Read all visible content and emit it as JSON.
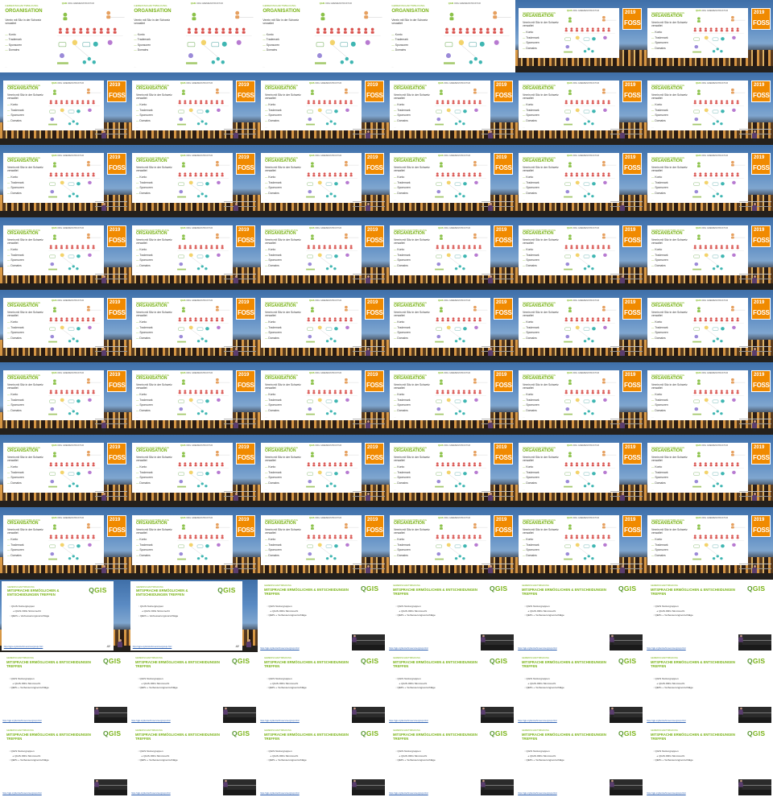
{
  "slide_org": {
    "kicker": "GEMEINSCHAFTSBILDUNG",
    "title": "ORGANISATION",
    "lead": "Verein mit Sitz in der Schweiz verwaltet",
    "bullets": [
      "Konto",
      "Trademark",
      "Sponsoren",
      "Domains"
    ],
    "ellipsis": "…",
    "diagram_title_brand": "QGIS",
    "diagram_title_rest": "ORG GREMIENSTRUKTUR"
  },
  "slide_qgis": {
    "kicker": "GEMEINSCHAFTSBILDUNG",
    "title": "MITSPRACHE ERMÖGLICHEN & ENTSCHEIDUNGEN TREFFEN",
    "logo": "QGIS",
    "points": [
      "QGIS Nutzergruppen",
      "QGIS.ORG Stimmrecht",
      "QEPs + Verbesserungsvorschläge"
    ],
    "link": "https://qgis.org/de/site/forusers/usergroups.html",
    "signature": "AV"
  },
  "foss_logo": {
    "year": "2019",
    "word": "FOSS"
  },
  "frames": [
    "org-full",
    "org-full",
    "org-full",
    "org-full",
    "org-full-alt",
    "org-full-alt",
    "org-foss",
    "org-foss",
    "org-foss",
    "org-foss",
    "org-foss",
    "org-foss",
    "org-foss",
    "org-foss",
    "org-foss",
    "org-foss",
    "org-foss",
    "org-foss",
    "org-foss",
    "org-foss",
    "org-foss",
    "org-foss",
    "org-foss",
    "org-foss",
    "org-foss",
    "org-foss",
    "org-foss",
    "org-foss",
    "org-foss",
    "org-foss",
    "org-foss",
    "org-foss",
    "org-foss",
    "org-foss",
    "org-foss",
    "org-foss",
    "org-foss",
    "org-foss",
    "org-foss",
    "org-foss",
    "org-foss",
    "org-foss",
    "org-foss",
    "org-foss",
    "org-foss",
    "org-foss",
    "org-foss",
    "org-foss",
    "qgis-inset",
    "qgis-inset",
    "qgis-full",
    "qgis-full",
    "qgis-full",
    "qgis-full",
    "qgis-full",
    "qgis-full",
    "qgis-full",
    "qgis-full",
    "qgis-full",
    "qgis-full",
    "qgis-full",
    "qgis-full",
    "qgis-full",
    "qgis-full",
    "qgis-full",
    "qgis-full"
  ],
  "colors": {
    "accent": "#7ab317",
    "foss_orange": "#f08a00"
  }
}
